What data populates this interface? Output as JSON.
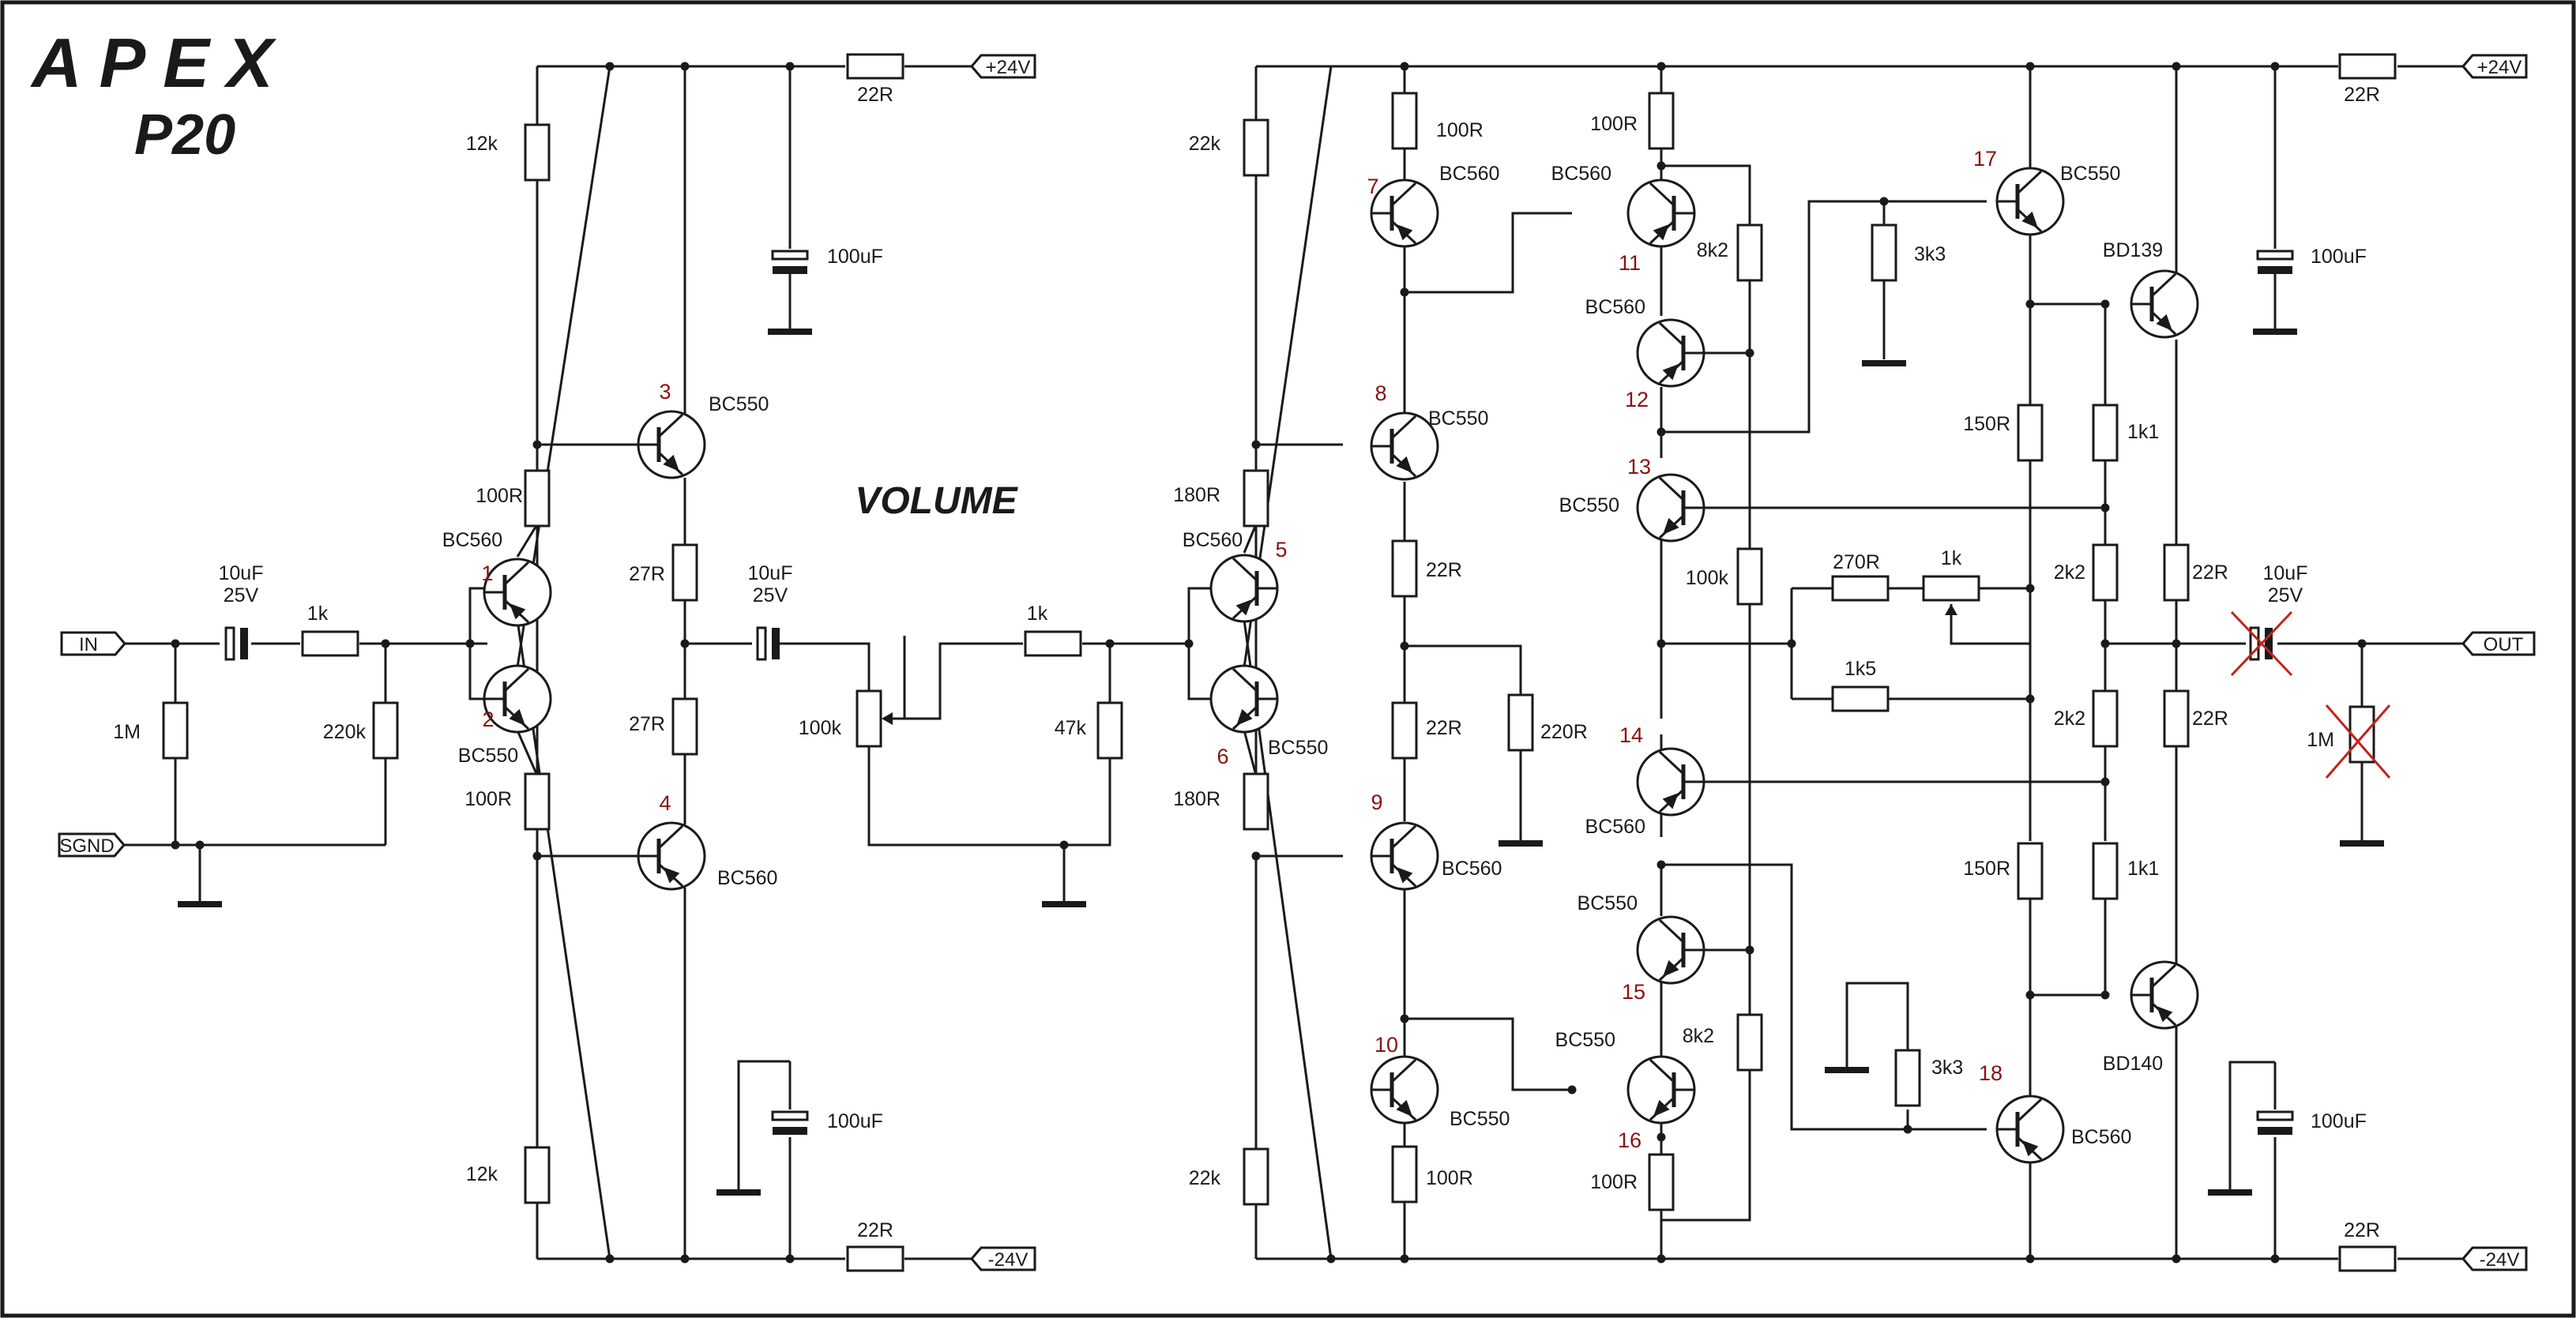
{
  "brand": {
    "name": "APEX",
    "model": "P20"
  },
  "section_label": "VOLUME",
  "terminals": {
    "in": "IN",
    "sgnd": "SGND",
    "out": "OUT",
    "vpos": "+24V",
    "vneg": "-24V"
  },
  "transistors": [
    {
      "id": "q1",
      "num": "1",
      "part": "BC560"
    },
    {
      "id": "q2",
      "num": "2",
      "part": "BC550"
    },
    {
      "id": "q3",
      "num": "3",
      "part": "BC550"
    },
    {
      "id": "q4",
      "num": "4",
      "part": "BC560"
    },
    {
      "id": "q5",
      "num": "5",
      "part": "BC560"
    },
    {
      "id": "q6",
      "num": "6",
      "part": "BC550"
    },
    {
      "id": "q7",
      "num": "7",
      "part": "BC560"
    },
    {
      "id": "q8",
      "num": "8",
      "part": "BC550"
    },
    {
      "id": "q9",
      "num": "9",
      "part": "BC560"
    },
    {
      "id": "q10",
      "num": "10",
      "part": "BC550"
    },
    {
      "id": "q11",
      "num": "11",
      "part": "BC560"
    },
    {
      "id": "q12",
      "num": "12",
      "part": "BC560"
    },
    {
      "id": "q13",
      "num": "13",
      "part": "BC550"
    },
    {
      "id": "q14",
      "num": "14",
      "part": "BC560"
    },
    {
      "id": "q15",
      "num": "15",
      "part": "BC550"
    },
    {
      "id": "q16",
      "num": "16",
      "part": "BC550"
    },
    {
      "id": "q17",
      "num": "17",
      "part": "BC550"
    },
    {
      "id": "q18",
      "num": "18",
      "part": "BC560"
    },
    {
      "id": "qp1",
      "num": "",
      "part": "BD139"
    },
    {
      "id": "qp2",
      "num": "",
      "part": "BD140"
    }
  ],
  "resistors": [
    {
      "id": "r_in_series",
      "value": "1k"
    },
    {
      "id": "r_in_1m",
      "value": "1M"
    },
    {
      "id": "r_in_220k",
      "value": "220k"
    },
    {
      "id": "r_pre_12k_top",
      "value": "12k"
    },
    {
      "id": "r_pre_100r_top",
      "value": "100R"
    },
    {
      "id": "r_pre_100r_bot",
      "value": "100R"
    },
    {
      "id": "r_pre_12k_bot",
      "value": "12k"
    },
    {
      "id": "r_pre_27r_top",
      "value": "27R"
    },
    {
      "id": "r_pre_27r_bot",
      "value": "27R"
    },
    {
      "id": "r_pre_22r_pos",
      "value": "22R"
    },
    {
      "id": "r_pre_22r_neg",
      "value": "22R"
    },
    {
      "id": "r_vol_pot",
      "value": "100k"
    },
    {
      "id": "r_vol_series",
      "value": "1k"
    },
    {
      "id": "r_vol_47k",
      "value": "47k"
    },
    {
      "id": "r_amp_22k_top",
      "value": "22k"
    },
    {
      "id": "r_amp_180r_top",
      "value": "180R"
    },
    {
      "id": "r_amp_180r_bot",
      "value": "180R"
    },
    {
      "id": "r_amp_22k_bot",
      "value": "22k"
    },
    {
      "id": "r_q7_100r",
      "value": "100R"
    },
    {
      "id": "r_q8_22r",
      "value": "22R"
    },
    {
      "id": "r_q9_22r",
      "value": "22R"
    },
    {
      "id": "r_220r",
      "value": "220R"
    },
    {
      "id": "r_q10_100r",
      "value": "100R"
    },
    {
      "id": "r_q11_100r",
      "value": "100R"
    },
    {
      "id": "r_8k2_top",
      "value": "8k2"
    },
    {
      "id": "r_100k",
      "value": "100k"
    },
    {
      "id": "r_8k2_bot",
      "value": "8k2"
    },
    {
      "id": "r_q16_100r",
      "value": "100R"
    },
    {
      "id": "r_3k3_top",
      "value": "3k3"
    },
    {
      "id": "r_3k3_bot",
      "value": "3k3"
    },
    {
      "id": "r_270r",
      "value": "270R"
    },
    {
      "id": "r_1k_pot",
      "value": "1k"
    },
    {
      "id": "r_1k5",
      "value": "1k5"
    },
    {
      "id": "r_150r_top",
      "value": "150R"
    },
    {
      "id": "r_150r_bot",
      "value": "150R"
    },
    {
      "id": "r_1k1_top",
      "value": "1k1"
    },
    {
      "id": "r_2k2_top",
      "value": "2k2"
    },
    {
      "id": "r_2k2_bot",
      "value": "2k2"
    },
    {
      "id": "r_1k1_bot",
      "value": "1k1"
    },
    {
      "id": "r_22r_out_top",
      "value": "22R"
    },
    {
      "id": "r_22r_out_bot",
      "value": "22R"
    },
    {
      "id": "r_out_1m",
      "value": "1M"
    },
    {
      "id": "r_amp_22r_pos",
      "value": "22R"
    },
    {
      "id": "r_amp_22r_neg",
      "value": "22R"
    }
  ],
  "capacitors": [
    {
      "id": "c_in",
      "value": "10uF",
      "rating": "25V"
    },
    {
      "id": "c_pre_pos",
      "value": "100uF",
      "rating": ""
    },
    {
      "id": "c_pre_neg",
      "value": "100uF",
      "rating": ""
    },
    {
      "id": "c_vol",
      "value": "10uF",
      "rating": "25V"
    },
    {
      "id": "c_amp_pos",
      "value": "100uF",
      "rating": ""
    },
    {
      "id": "c_amp_neg",
      "value": "100uF",
      "rating": ""
    },
    {
      "id": "c_out",
      "value": "10uF",
      "rating": "25V"
    }
  ]
}
